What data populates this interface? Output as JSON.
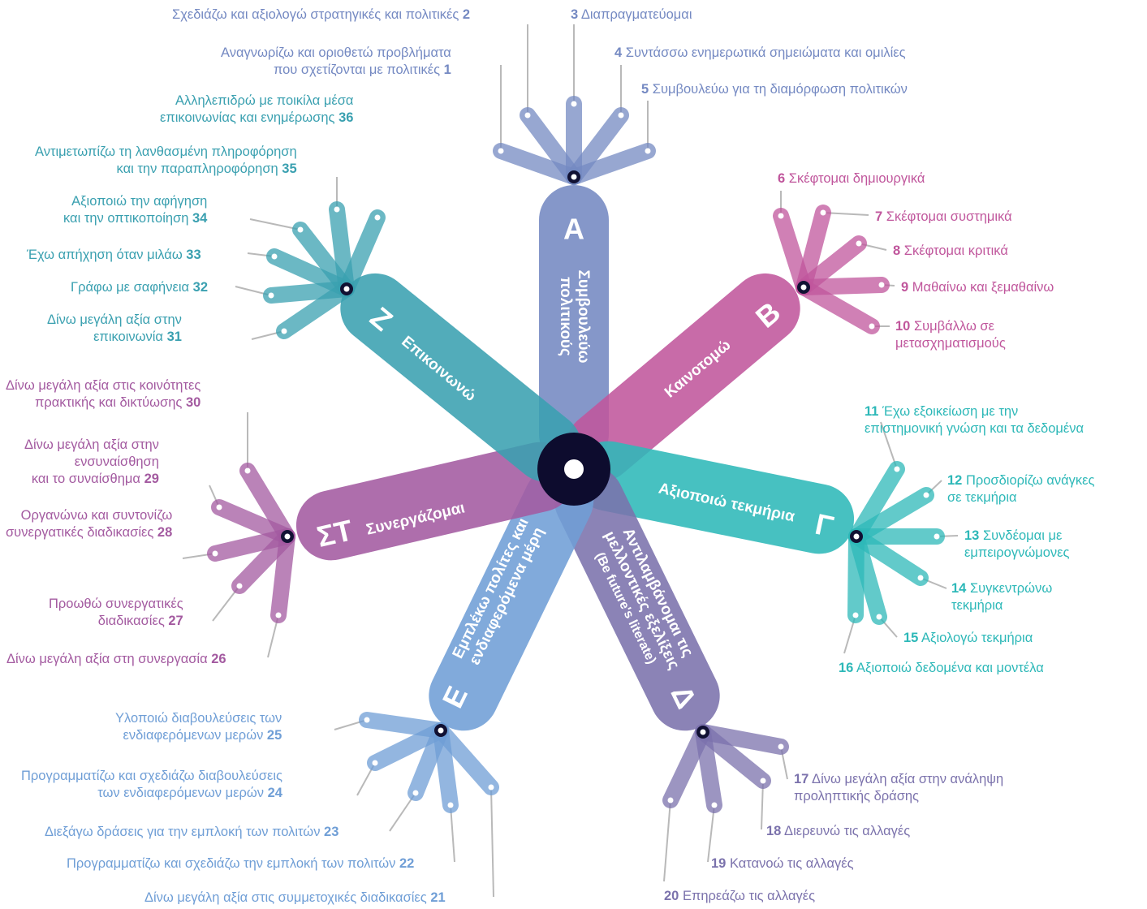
{
  "colors": {
    "A": "#7489c2",
    "B": "#c0569c",
    "G": "#2db8b8",
    "D": "#7b72ac",
    "E": "#6f9ed6",
    "ST": "#a35aa0",
    "Z": "#3aa0b0"
  },
  "arms": [
    {
      "key": "A",
      "letter": "Α",
      "title": "Συμβουλεύω",
      "subtitle": "πολιτικούς"
    },
    {
      "key": "B",
      "letter": "Β",
      "title": "Καινοτομώ"
    },
    {
      "key": "G",
      "letter": "Γ",
      "title": "Αξιοποιώ τεκμήρια"
    },
    {
      "key": "D",
      "letter": "Δ",
      "title": "Αντιλαμβάνομαι τις",
      "subtitle": "μελλοντικές εξελίξεις",
      "note": "(Be future's literate)"
    },
    {
      "key": "E",
      "letter": "Ε",
      "title": "Εμπλέκω πολίτες και",
      "subtitle": "ενδιαφερόμενα μέρη"
    },
    {
      "key": "ST",
      "letter": "ΣΤ",
      "title": "Συνεργάζομαι"
    },
    {
      "key": "Z",
      "letter": "Ζ",
      "title": "Επικοινωνώ"
    }
  ],
  "labels": [
    {
      "num": "1",
      "text": "Αναγνωρίζω και οριοθετώ προβλήματα\nπου σχετίζονται με πολιτικές",
      "group": "A"
    },
    {
      "num": "2",
      "text": "Σχεδιάζω και αξιολογώ στρατηγικές και πολιτικές",
      "group": "A"
    },
    {
      "num": "3",
      "text": "Διαπραγματεύομαι",
      "group": "A"
    },
    {
      "num": "4",
      "text": "Συντάσσω ενημερωτικά σημειώματα και ομιλίες",
      "group": "A"
    },
    {
      "num": "5",
      "text": "Συμβουλεύω για τη διαμόρφωση πολιτικών",
      "group": "A"
    },
    {
      "num": "6",
      "text": "Σκέφτομαι δημιουργικά",
      "group": "B"
    },
    {
      "num": "7",
      "text": "Σκέφτομαι συστημικά",
      "group": "B"
    },
    {
      "num": "8",
      "text": "Σκέφτομαι κριτικά",
      "group": "B"
    },
    {
      "num": "9",
      "text": "Μαθαίνω και ξεμαθαίνω",
      "group": "B"
    },
    {
      "num": "10",
      "text": "Συμβάλλω σε\nμετασχηματισμούς",
      "group": "B"
    },
    {
      "num": "11",
      "text": "Έχω εξοικείωση με την\nεπιστημονική γνώση και τα δεδομένα",
      "group": "G"
    },
    {
      "num": "12",
      "text": "Προσδιορίζω ανάγκες\nσε τεκμήρια",
      "group": "G"
    },
    {
      "num": "13",
      "text": "Συνδέομαι με\nεμπειρογνώμονες",
      "group": "G"
    },
    {
      "num": "14",
      "text": "Συγκεντρώνω\nτεκμήρια",
      "group": "G"
    },
    {
      "num": "15",
      "text": "Αξιολογώ τεκμήρια",
      "group": "G"
    },
    {
      "num": "16",
      "text": "Αξιοποιώ δεδομένα και μοντέλα",
      "group": "G"
    },
    {
      "num": "17",
      "text": "Δίνω μεγάλη αξία στην ανάληψη\nπρολ​ηπτικής δράσης",
      "group": "D"
    },
    {
      "num": "18",
      "text": "Διερευνώ τις αλλαγές",
      "group": "D"
    },
    {
      "num": "19",
      "text": "Κατανοώ τις αλλαγές",
      "group": "D"
    },
    {
      "num": "20",
      "text": "Επηρεάζω τις αλλαγές",
      "group": "D"
    },
    {
      "num": "21",
      "text": "Δίνω μεγάλη αξία στις συμμετοχικές διαδικασίες",
      "group": "E"
    },
    {
      "num": "22",
      "text": "Προγραμματίζω και σχεδιάζω την εμπλοκή των πολιτών",
      "group": "E"
    },
    {
      "num": "23",
      "text": "Διεξάγω δράσεις για την εμπλοκή των πολιτών",
      "group": "E"
    },
    {
      "num": "24",
      "text": "Προγραμματίζω και σχεδιάζω διαβουλεύσεις\nτων ενδιαφερόμενων μερών",
      "group": "E"
    },
    {
      "num": "25",
      "text": "Υλοποιώ διαβουλεύσεις των\nενδιαφερόμενων μερών",
      "group": "E"
    },
    {
      "num": "26",
      "text": "Δίνω μεγάλη αξία στη συνεργασία",
      "group": "ST"
    },
    {
      "num": "27",
      "text": "Προωθώ συνεργατικές\nδιαδικασίες",
      "group": "ST"
    },
    {
      "num": "28",
      "text": "Οργανώνω και συντονίζω\nσυνεργατικές διαδικασίες",
      "group": "ST"
    },
    {
      "num": "29",
      "text": "Δίνω μεγάλη αξία στην\nενσυναίσθηση\nκαι το συναίσθημα",
      "group": "ST"
    },
    {
      "num": "30",
      "text": "Δίνω μεγάλη αξία στις κοινότητες\nπρακτικής και δικτύωσης",
      "group": "ST"
    },
    {
      "num": "31",
      "text": "Δίνω μεγάλη αξία στην\nεπικοινωνία",
      "group": "Z"
    },
    {
      "num": "32",
      "text": "Γράφω με σαφήνεια",
      "group": "Z"
    },
    {
      "num": "33",
      "text": "Έχω απήχηση όταν μιλάω",
      "group": "Z"
    },
    {
      "num": "34",
      "text": "Αξιοποιώ την αφήγηση\nκαι την οπτικοποίηση",
      "group": "Z"
    },
    {
      "num": "35",
      "text": "Αντιμετωπίζω τη λανθασμένη πληροφόρηση\nκαι την παραπληροφόρηση",
      "group": "Z"
    },
    {
      "num": "36",
      "text": "Αλληλεπιδρώ με ποικίλα μέσα\nεπικοινωνίας και ενημέρωσης",
      "group": "Z"
    }
  ]
}
